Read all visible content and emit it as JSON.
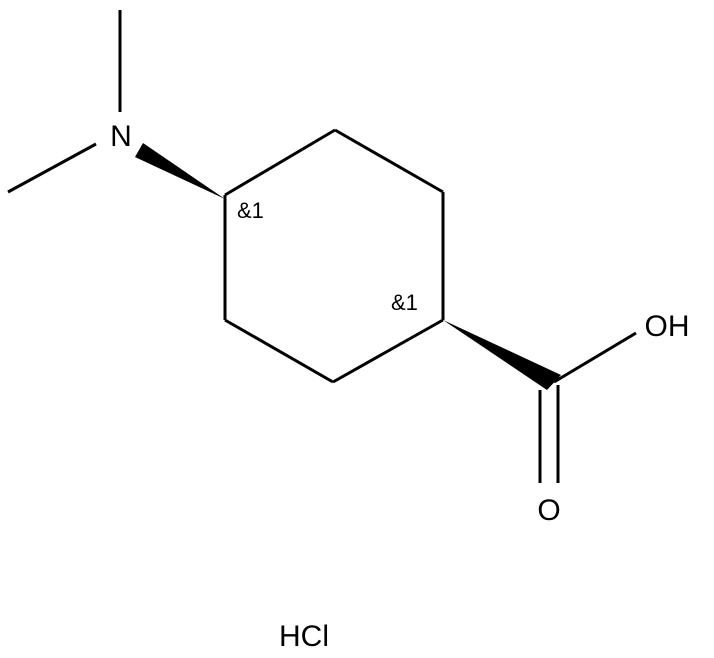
{
  "molecule": {
    "atoms": {
      "nitrogen": "N",
      "hydroxyl": "OH",
      "carbonyl_oxygen": "O"
    },
    "stereo_labels": {
      "c1": "&1",
      "c4": "&1"
    },
    "salt": "HCl"
  },
  "colors": {
    "ink": "#000000",
    "background": "#ffffff"
  }
}
